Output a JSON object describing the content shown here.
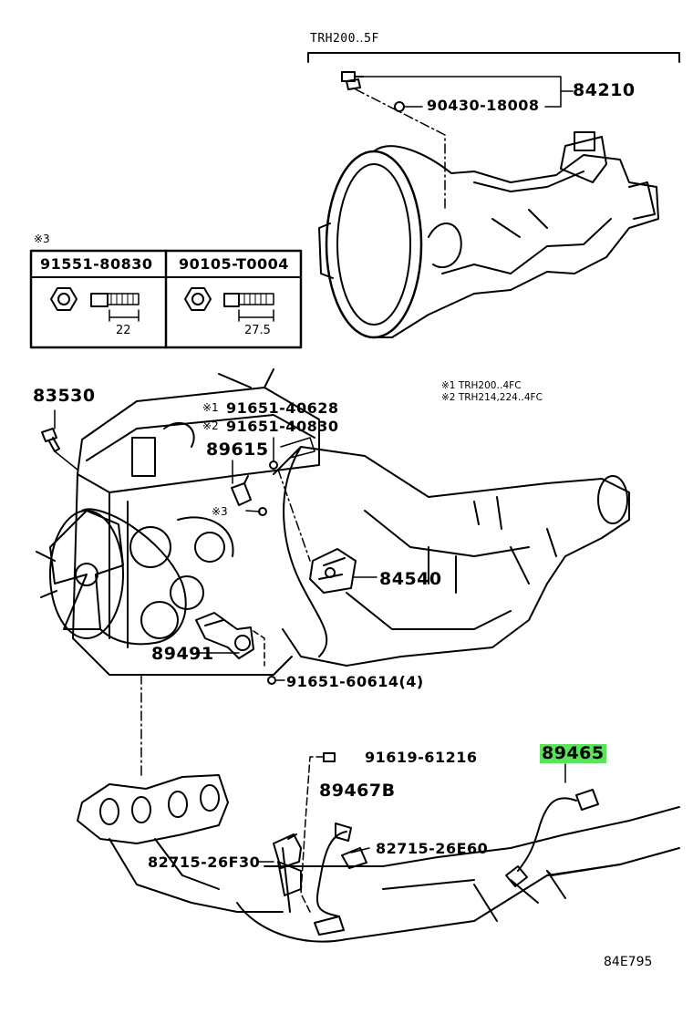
{
  "transmission_header": "TRH200‥5F",
  "parts": {
    "p84210": "84210",
    "p90430": "90430-18008",
    "p83530": "83530",
    "p91651_40628": "91651-40628",
    "p91651_40830": "91651-40830",
    "p89615": "89615",
    "p84540": "84540",
    "p89491": "89491",
    "p91651_60614": "91651-60614(4)",
    "p91619": "91619-61216",
    "p89465": "89465",
    "p89467B": "89467B",
    "p82715_26E60": "82715-26E60",
    "p82715_26F30": "82715-26F30"
  },
  "markers": {
    "m1": "※1",
    "m2": "※2",
    "m3": "※3"
  },
  "notes": {
    "note1": "※1 TRH200‥4FC",
    "note2": "※2 TRH214,224‥4FC"
  },
  "bolt_table": {
    "marker": "※3",
    "col1_part": "91551-80830",
    "col1_length": "22",
    "col2_part": "90105-T0004",
    "col2_length": "27.5"
  },
  "diagram_code": "84E795",
  "colors": {
    "highlight": "#5be35b",
    "line": "#000000"
  },
  "icons": [
    "hex-nut-icon",
    "bolt-icon",
    "switch-icon",
    "sensor-icon",
    "bracket-icon",
    "clip-icon"
  ]
}
